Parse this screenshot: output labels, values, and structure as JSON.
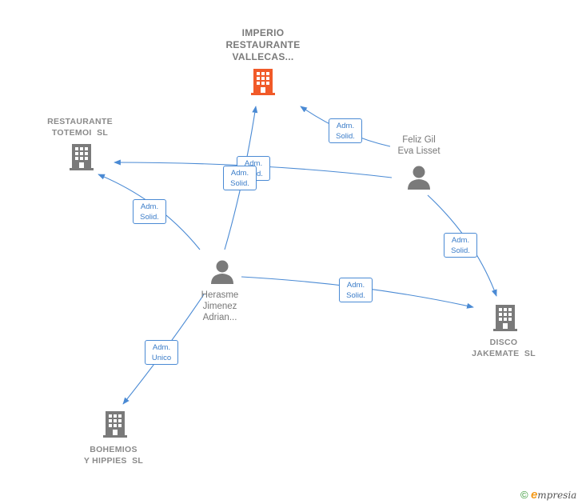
{
  "nodes": {
    "imperio": {
      "label": "IMPERIO\nRESTAURANTE\nVALLECAS...",
      "icon": "building-icon",
      "color": "#f15a29"
    },
    "totemoi": {
      "label": "RESTAURANTE\nTOTEMOI  SL",
      "icon": "building-icon",
      "color": "#7a7a7a"
    },
    "disco": {
      "label": "DISCO\nJAKEMATE  SL",
      "icon": "building-icon",
      "color": "#7a7a7a"
    },
    "bohemios": {
      "label": "BOHEMIOS\nY HIPPIES  SL",
      "icon": "building-icon",
      "color": "#7a7a7a"
    },
    "feliz": {
      "label": "Feliz Gil\nEva Lisset",
      "icon": "person-icon",
      "color": "#7a7a7a"
    },
    "herasme": {
      "label": "Herasme\nJimenez\nAdrian...",
      "icon": "person-icon",
      "color": "#7a7a7a"
    }
  },
  "edges": [
    {
      "id": "feliz-imperio",
      "label": "Adm.\nSolid."
    },
    {
      "id": "feliz-totemoi",
      "label": "Adm.\nSolid."
    },
    {
      "id": "herasme-imperio",
      "label": "Adm.\nSolid."
    },
    {
      "id": "herasme-totemoi",
      "label": "Adm.\nSolid."
    },
    {
      "id": "feliz-disco",
      "label": "Adm.\nSolid."
    },
    {
      "id": "herasme-disco",
      "label": "Adm.\nSolid."
    },
    {
      "id": "herasme-bohemios",
      "label": "Adm.\nUnico"
    }
  ],
  "footer": {
    "copyright": "©",
    "brand_initial": "e",
    "brand_rest": "mpresia"
  },
  "colors": {
    "edge": "#4a8ad4",
    "highlight": "#f15a29",
    "neutral": "#7a7a7a"
  }
}
